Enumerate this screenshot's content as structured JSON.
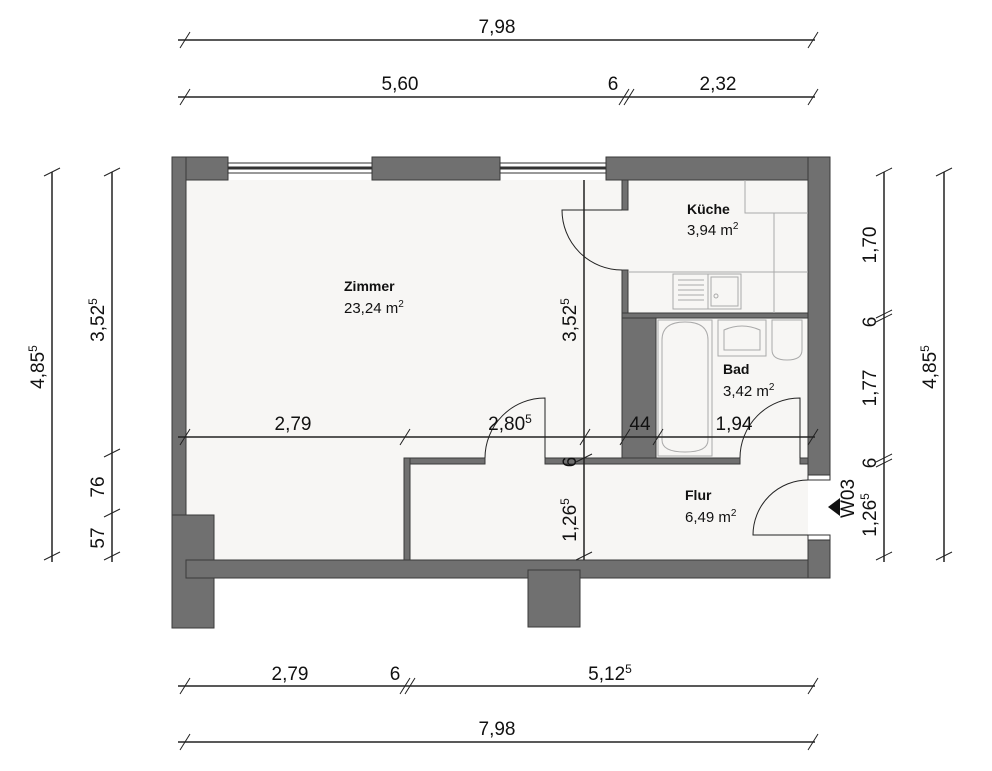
{
  "rooms": [
    {
      "name": "Zimmer",
      "area": "23,24 m",
      "sup": "2"
    },
    {
      "name": "Küche",
      "area": "3,94 m",
      "sup": "2"
    },
    {
      "name": "Bad",
      "area": "3,42 m",
      "sup": "2"
    },
    {
      "name": "Flur",
      "area": "6,49 m",
      "sup": "2"
    }
  ],
  "dimensions": {
    "top_total": "7,98",
    "top_left": "5,60",
    "top_mid": "6",
    "top_right": "2,32",
    "bottom_left": "2,79",
    "bottom_mid": "6",
    "bottom_right": "5,12",
    "bottom_right_sup": "5",
    "bottom_total": "7,98",
    "left_total": "4,85",
    "left_total_sup": "5",
    "left_upper": "3,52",
    "left_upper_sup": "5",
    "left_mid": "76",
    "left_lower": "57",
    "right_upper": "1,70",
    "right_6a": "6",
    "right_mid": "1,77",
    "right_6b": "6",
    "right_lower": "1,26",
    "right_lower_sup": "5",
    "right_total": "4,85",
    "right_total_sup": "5",
    "inner_279": "2,79",
    "inner_2805": "2,80",
    "inner_2805_sup": "5",
    "inner_44": "44",
    "inner_194": "1,94",
    "inner_352": "3,52",
    "inner_352_sup": "5",
    "inner_6": "6",
    "inner_126": "1,26",
    "inner_126_sup": "5"
  },
  "entrance_label": "W03"
}
